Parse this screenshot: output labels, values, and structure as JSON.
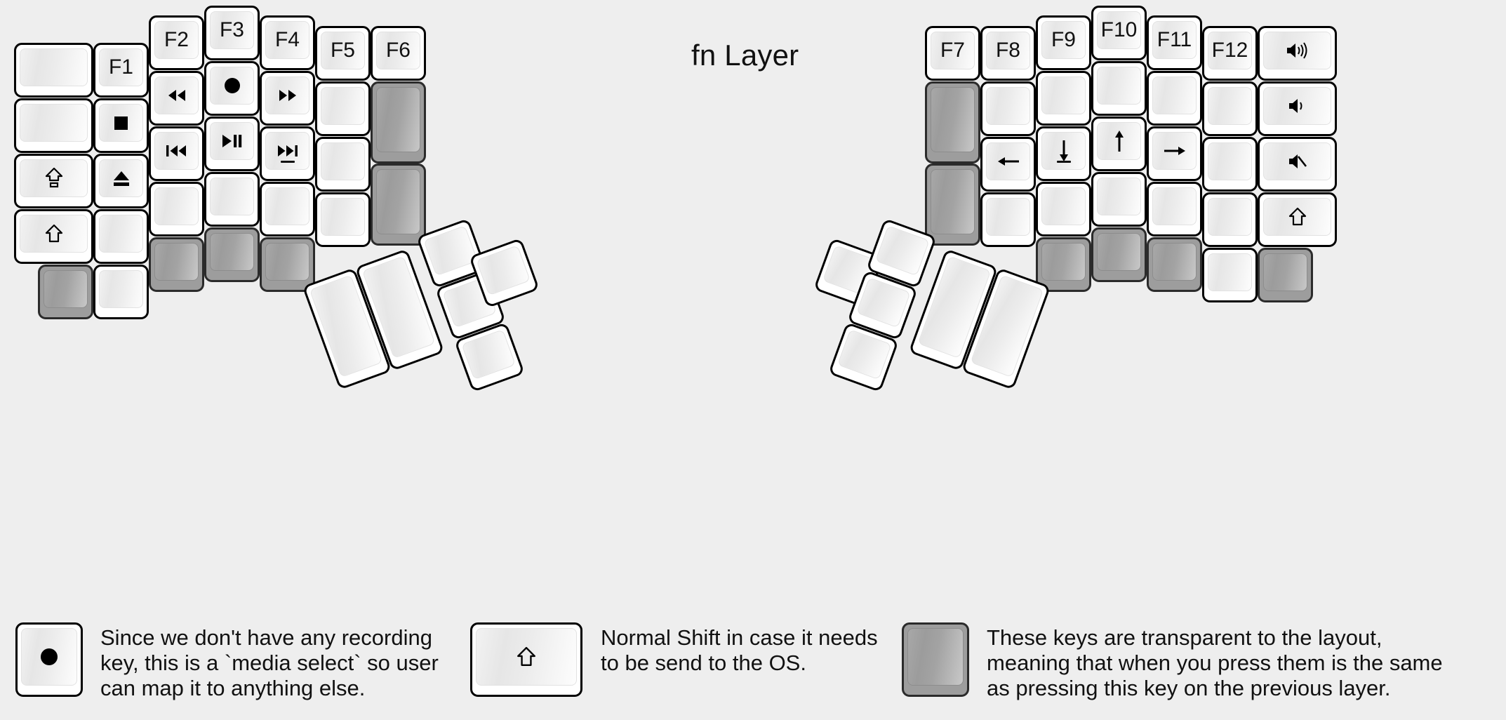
{
  "title": "fn Layer",
  "colors": {
    "background": "#eeeeee",
    "key_face_light": "#f2f2f2",
    "key_border": "#000000",
    "transparent_key": "#9d9d9d"
  },
  "keyboard": {
    "name": "split ergonomic keyboard fn layer map",
    "left_half": {
      "columns": [
        {
          "col": 0,
          "width_u": 1.5,
          "keys": [
            {
              "legend": "",
              "icon": "",
              "type": "blank"
            },
            {
              "legend": "",
              "icon": "",
              "type": "blank"
            },
            {
              "legend": "",
              "icon": "caps-lock-icon",
              "type": "icon"
            },
            {
              "legend": "",
              "icon": "shift-icon",
              "type": "icon"
            },
            {
              "legend": "",
              "icon": "",
              "type": "transparent"
            }
          ]
        },
        {
          "col": 1,
          "width_u": 1,
          "keys": [
            {
              "legend": "F1",
              "icon": "",
              "type": "text"
            },
            {
              "legend": "",
              "icon": "media-stop-icon",
              "type": "icon"
            },
            {
              "legend": "",
              "icon": "media-eject-icon",
              "type": "icon"
            },
            {
              "legend": "",
              "icon": "",
              "type": "blank"
            },
            {
              "legend": "",
              "icon": "",
              "type": "blank"
            }
          ]
        },
        {
          "col": 2,
          "width_u": 1,
          "keys": [
            {
              "legend": "F2",
              "icon": "",
              "type": "text"
            },
            {
              "legend": "",
              "icon": "media-rewind-icon",
              "type": "icon"
            },
            {
              "legend": "",
              "icon": "media-prev-track-icon",
              "type": "icon"
            },
            {
              "legend": "",
              "icon": "",
              "type": "blank"
            },
            {
              "legend": "",
              "icon": "",
              "type": "transparent"
            }
          ]
        },
        {
          "col": 3,
          "width_u": 1,
          "keys": [
            {
              "legend": "F3",
              "icon": "",
              "type": "text"
            },
            {
              "legend": "",
              "icon": "media-record-icon",
              "type": "icon"
            },
            {
              "legend": "",
              "icon": "media-play-pause-icon",
              "type": "icon"
            },
            {
              "legend": "",
              "icon": "",
              "type": "blank"
            },
            {
              "legend": "",
              "icon": "",
              "type": "transparent"
            }
          ]
        },
        {
          "col": 4,
          "width_u": 1,
          "keys": [
            {
              "legend": "F4",
              "icon": "",
              "type": "text"
            },
            {
              "legend": "",
              "icon": "media-fast-forward-icon",
              "type": "icon"
            },
            {
              "legend": "",
              "icon": "media-next-track-icon",
              "type": "icon",
              "homing": true
            },
            {
              "legend": "",
              "icon": "",
              "type": "blank"
            },
            {
              "legend": "",
              "icon": "",
              "type": "transparent"
            }
          ]
        },
        {
          "col": 5,
          "width_u": 1,
          "keys": [
            {
              "legend": "F5",
              "icon": "",
              "type": "text"
            },
            {
              "legend": "",
              "icon": "",
              "type": "blank"
            },
            {
              "legend": "",
              "icon": "",
              "type": "blank"
            },
            {
              "legend": "",
              "icon": "",
              "type": "blank"
            }
          ]
        },
        {
          "col": 6,
          "width_u": 1,
          "keys": [
            {
              "legend": "F6",
              "icon": "",
              "type": "text"
            },
            {
              "legend": "",
              "icon": "",
              "type": "transparent",
              "height_u": 1.5
            },
            {
              "legend": "",
              "icon": "",
              "type": "transparent",
              "height_u": 1.5
            }
          ]
        }
      ],
      "thumb_cluster": {
        "rotation_deg": -20,
        "keys": [
          {
            "legend": "",
            "type": "blank",
            "size": "2u-tall"
          },
          {
            "legend": "",
            "type": "blank",
            "size": "2u-tall"
          },
          {
            "legend": "",
            "type": "blank",
            "size": "1u"
          },
          {
            "legend": "",
            "type": "blank",
            "size": "1u"
          },
          {
            "legend": "",
            "type": "blank",
            "size": "1u"
          }
        ]
      }
    },
    "right_half": {
      "columns": [
        {
          "col": 0,
          "width_u": 1,
          "keys": [
            {
              "legend": "F7",
              "icon": "",
              "type": "text"
            },
            {
              "legend": "",
              "icon": "",
              "type": "transparent",
              "height_u": 1.5
            },
            {
              "legend": "",
              "icon": "",
              "type": "transparent",
              "height_u": 1.5
            }
          ]
        },
        {
          "col": 1,
          "width_u": 1,
          "keys": [
            {
              "legend": "F8",
              "icon": "",
              "type": "text"
            },
            {
              "legend": "",
              "icon": "",
              "type": "blank"
            },
            {
              "legend": "",
              "icon": "arrow-left-icon",
              "type": "icon"
            },
            {
              "legend": "",
              "icon": "",
              "type": "blank"
            }
          ]
        },
        {
          "col": 2,
          "width_u": 1,
          "keys": [
            {
              "legend": "F9",
              "icon": "",
              "type": "text"
            },
            {
              "legend": "",
              "icon": "",
              "type": "blank"
            },
            {
              "legend": "",
              "icon": "arrow-down-icon",
              "type": "icon",
              "homing": true
            },
            {
              "legend": "",
              "icon": "",
              "type": "blank"
            },
            {
              "legend": "",
              "icon": "",
              "type": "transparent"
            }
          ]
        },
        {
          "col": 3,
          "width_u": 1,
          "keys": [
            {
              "legend": "F10",
              "icon": "",
              "type": "text"
            },
            {
              "legend": "",
              "icon": "",
              "type": "blank"
            },
            {
              "legend": "",
              "icon": "arrow-up-icon",
              "type": "icon"
            },
            {
              "legend": "",
              "icon": "",
              "type": "blank"
            },
            {
              "legend": "",
              "icon": "",
              "type": "transparent"
            }
          ]
        },
        {
          "col": 4,
          "width_u": 1,
          "keys": [
            {
              "legend": "F11",
              "icon": "",
              "type": "text"
            },
            {
              "legend": "",
              "icon": "",
              "type": "blank"
            },
            {
              "legend": "",
              "icon": "arrow-right-icon",
              "type": "icon"
            },
            {
              "legend": "",
              "icon": "",
              "type": "blank"
            },
            {
              "legend": "",
              "icon": "",
              "type": "transparent"
            }
          ]
        },
        {
          "col": 5,
          "width_u": 1,
          "keys": [
            {
              "legend": "F12",
              "icon": "",
              "type": "text"
            },
            {
              "legend": "",
              "icon": "",
              "type": "blank"
            },
            {
              "legend": "",
              "icon": "",
              "type": "blank"
            },
            {
              "legend": "",
              "icon": "",
              "type": "blank"
            },
            {
              "legend": "",
              "icon": "",
              "type": "blank"
            }
          ]
        },
        {
          "col": 6,
          "width_u": 1.5,
          "keys": [
            {
              "legend": "",
              "icon": "volume-up-icon",
              "type": "icon"
            },
            {
              "legend": "",
              "icon": "volume-down-icon",
              "type": "icon"
            },
            {
              "legend": "",
              "icon": "volume-mute-icon",
              "type": "icon"
            },
            {
              "legend": "",
              "icon": "shift-icon",
              "type": "icon"
            },
            {
              "legend": "",
              "icon": "",
              "type": "transparent"
            }
          ]
        }
      ],
      "thumb_cluster": {
        "rotation_deg": 20,
        "keys": [
          {
            "legend": "",
            "type": "blank",
            "size": "1u"
          },
          {
            "legend": "",
            "type": "blank",
            "size": "1u"
          },
          {
            "legend": "",
            "type": "blank",
            "size": "1u"
          },
          {
            "legend": "",
            "type": "blank",
            "size": "2u-tall"
          },
          {
            "legend": "",
            "type": "blank",
            "size": "2u-tall"
          }
        ]
      }
    }
  },
  "legend": [
    {
      "key_icon": "media-record-icon",
      "key_style": "normal",
      "text": "Since we don't have any recording\nkey, this is a `media select` so user\ncan map it to anything else."
    },
    {
      "key_icon": "shift-icon",
      "key_style": "normal",
      "text": "Normal Shift in case it needs\nto be send to the OS."
    },
    {
      "key_icon": "",
      "key_style": "transparent",
      "text": "These keys are transparent to the layout,\nmeaning that when you press them is the same\nas pressing this key on the previous layer."
    }
  ]
}
